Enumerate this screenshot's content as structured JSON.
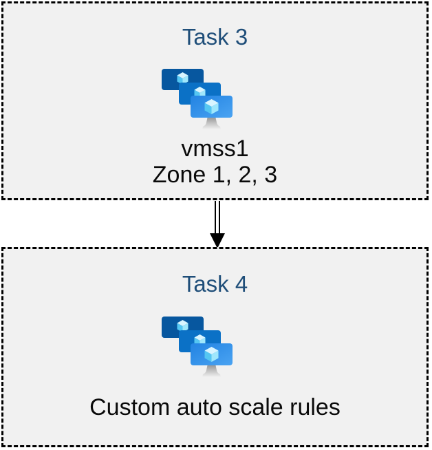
{
  "page": {
    "background": "#ffffff",
    "box_background": "#f1f1f1",
    "border_color": "#000000"
  },
  "boxes": [
    {
      "title": "Task 3",
      "title_color": "#1f4e79",
      "icon": "vm-scale-sets-icon",
      "caption_lines": [
        "vmss1",
        "Zone 1, 2, 3"
      ],
      "text_color": "#0a0a0a"
    },
    {
      "title": "Task 4",
      "title_color": "#1f4e79",
      "icon": "vm-scale-sets-icon",
      "caption_lines": [
        "Custom auto scale rules"
      ],
      "text_color": "#0a0a0a"
    }
  ],
  "connector": {
    "type": "double-line-arrow",
    "direction": "down",
    "color": "#000000"
  },
  "icon_palette": {
    "monitor_back": "#07579f",
    "monitor_middle": "#0b71c6",
    "monitor_front_gradient_start": "#2283e2",
    "monitor_front_gradient_end": "#4aa3f2",
    "cube_top_face": "#d9f5ff",
    "cube_left_face": "#55c6f2",
    "cube_right_face": "#9fe7fc",
    "stand_gradient_start": "#999999",
    "stand_gradient_end": "#eeeeee"
  }
}
